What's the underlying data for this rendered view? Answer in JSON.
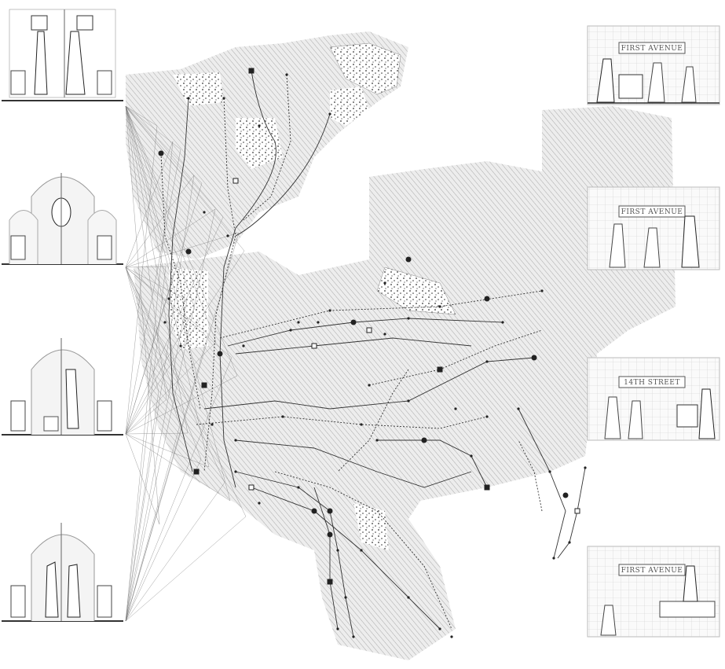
{
  "station_signs": {
    "sign_1": "FIRST AVENUE",
    "sign_2": "FIRST AVENUE",
    "sign_3": "14TH STREET",
    "sign_4": "FIRST AVENUE"
  },
  "colors": {
    "ink": "#222222",
    "hatch": "#b5b5b5",
    "land": "#e6e6e6",
    "grid": "#cccccc"
  }
}
